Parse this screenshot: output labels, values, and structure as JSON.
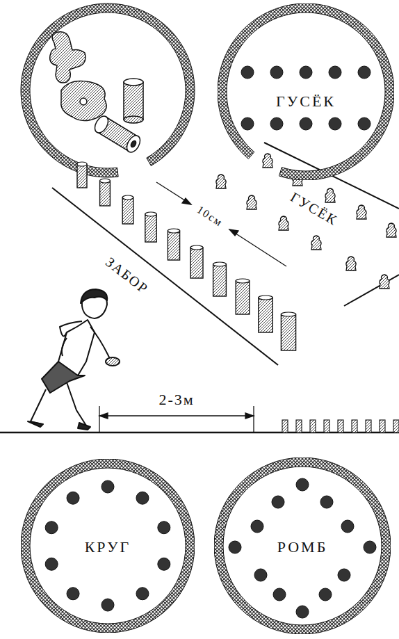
{
  "diagram": {
    "nodes": [
      {
        "text": [
          "ГУСЁК"
        ]
      },
      {
        "text": [
          "КРУГ"
        ]
      },
      {
        "text": [
          "РОМБ"
        ]
      }
    ],
    "labels": [
      "10см",
      "ГУСЁК",
      "ЗАБОР",
      "2-3м"
    ]
  }
}
